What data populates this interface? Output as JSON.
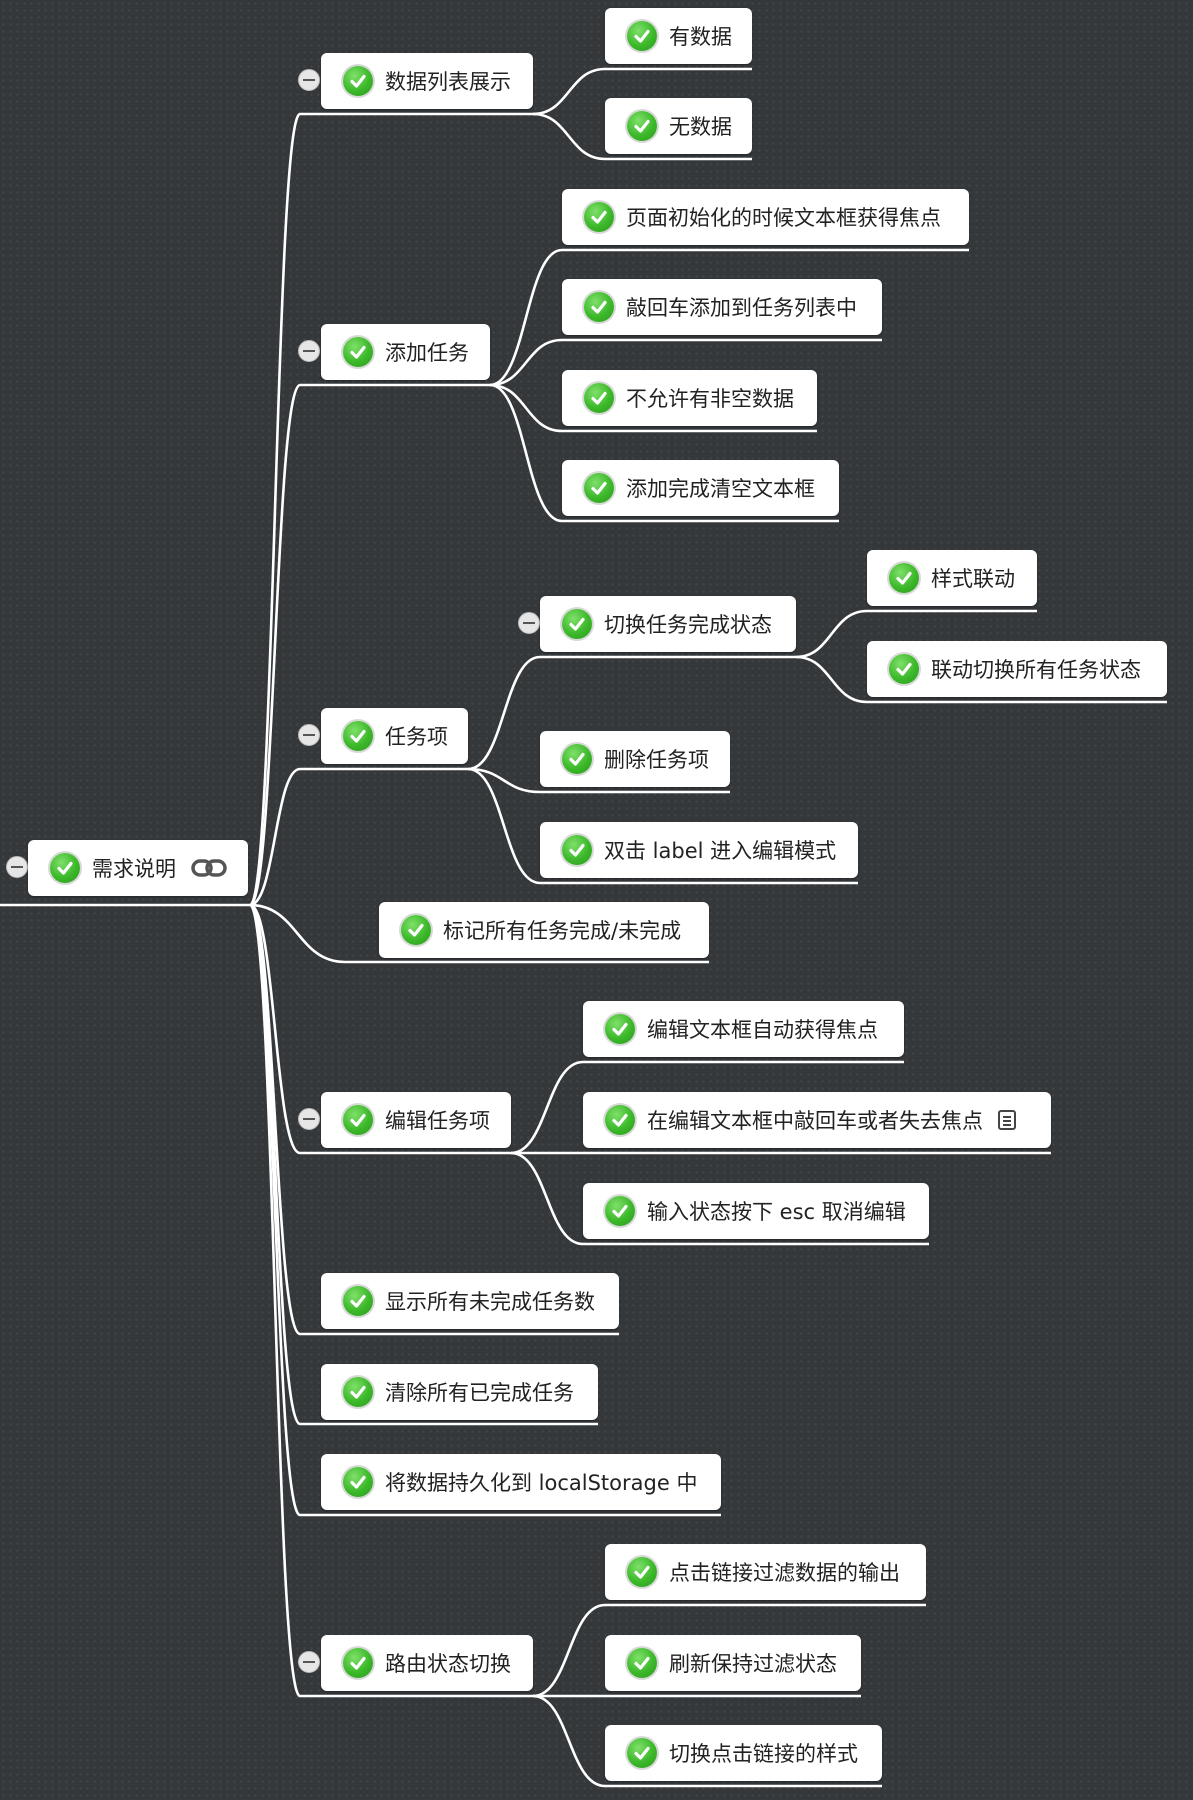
{
  "root": {
    "label": "需求说明",
    "children": [
      {
        "label": "数据列表展示",
        "children": [
          {
            "label": "有数据"
          },
          {
            "label": "无数据"
          }
        ]
      },
      {
        "label": "添加任务",
        "children": [
          {
            "label": "页面初始化的时候文本框获得焦点"
          },
          {
            "label": "敲回车添加到任务列表中"
          },
          {
            "label": "不允许有非空数据"
          },
          {
            "label": "添加完成清空文本框"
          }
        ]
      },
      {
        "label": "任务项",
        "children": [
          {
            "label": "切换任务完成状态",
            "children": [
              {
                "label": "样式联动"
              },
              {
                "label": "联动切换所有任务状态"
              }
            ]
          },
          {
            "label": "删除任务项"
          },
          {
            "label": "双击 label 进入编辑模式"
          }
        ]
      },
      {
        "label": "标记所有任务完成/未完成"
      },
      {
        "label": "编辑任务项",
        "children": [
          {
            "label": "编辑文本框自动获得焦点"
          },
          {
            "label": "在编辑文本框中敲回车或者失去焦点"
          },
          {
            "label": "输入状态按下 esc 取消编辑"
          }
        ]
      },
      {
        "label": "显示所有未完成任务数"
      },
      {
        "label": "清除所有已完成任务"
      },
      {
        "label": "将数据持久化到 localStorage 中"
      },
      {
        "label": "路由状态切换",
        "children": [
          {
            "label": "点击链接过滤数据的输出"
          },
          {
            "label": "刷新保持过滤状态"
          },
          {
            "label": "切换点击链接的样式"
          }
        ]
      }
    ]
  }
}
